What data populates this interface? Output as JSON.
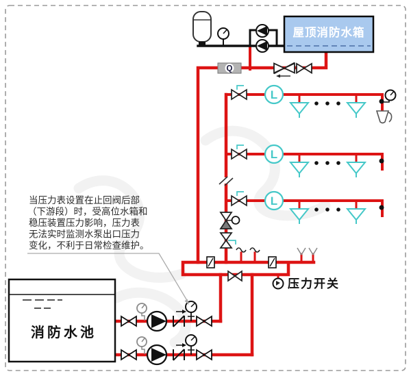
{
  "diagram": {
    "roof_tank_label": "屋顶消防水箱",
    "pool_label": "消防水池",
    "pressure_switch_label": "压力开关",
    "flow_meter_label": "Q",
    "flow_indicator_label": "L",
    "annotation": {
      "full_text": "当压力表设置在止回阀后部（下游段）时，受高位水箱和稳压装置压力影响，压力表无法实时监测水泵出口压力变化，不利于日常检查维护。",
      "lines": [
        "当压力表设置在止回阀后部",
        "（下游段）时，受高位水箱和",
        "稳压装置压力影响，压力表",
        "无法实时监测水泵出口压力",
        "变化，不利于日常检查维护。"
      ]
    },
    "colors": {
      "pipe_red": "#dd1414",
      "pipe_black": "#111111",
      "accent_cyan": "#45c8c8",
      "tank_blue": "#a9c9ee",
      "border_gray": "#9a9a9a"
    }
  }
}
